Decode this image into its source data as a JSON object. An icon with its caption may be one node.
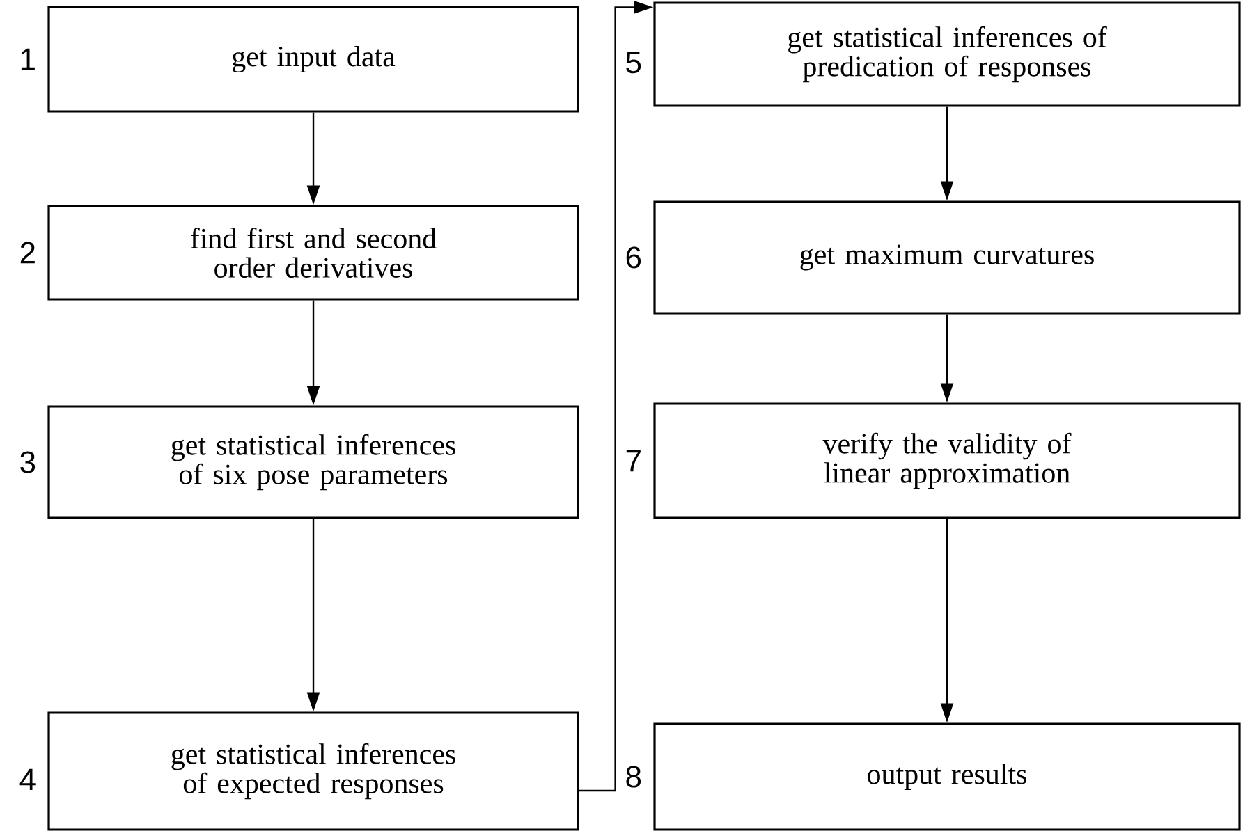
{
  "diagram": {
    "nodes": [
      {
        "text": [
          "get input data"
        ],
        "beside": [
          "1"
        ]
      },
      {
        "text": [
          "find first and second order derivatives"
        ],
        "beside": [
          "2"
        ]
      },
      {
        "text": [
          "get statistical inferences of six pose parameters"
        ],
        "beside": [
          "3"
        ]
      },
      {
        "text": [
          "get statistical inferences of expected responses"
        ],
        "beside": [
          "4"
        ]
      },
      {
        "text": [
          "get statistical inferences of predication of responses"
        ],
        "beside": [
          "5"
        ]
      },
      {
        "text": [
          "get maximum curvatures"
        ],
        "beside": [
          "6"
        ]
      },
      {
        "text": [
          "verify the validity of linear approximation"
        ],
        "beside": [
          "7"
        ]
      },
      {
        "text": [
          "output results"
        ],
        "beside": [
          "8"
        ]
      }
    ],
    "edges": [
      {
        "from": 0,
        "to": 1,
        "arrow": "to"
      },
      {
        "from": 1,
        "to": 2,
        "arrow": "to"
      },
      {
        "from": 2,
        "to": 3,
        "arrow": "to"
      },
      {
        "from": 3,
        "to": 4,
        "arrow": "to"
      },
      {
        "from": 4,
        "to": 5,
        "arrow": "to"
      },
      {
        "from": 5,
        "to": 6,
        "arrow": "to"
      },
      {
        "from": 6,
        "to": 7,
        "arrow": "to"
      }
    ]
  }
}
